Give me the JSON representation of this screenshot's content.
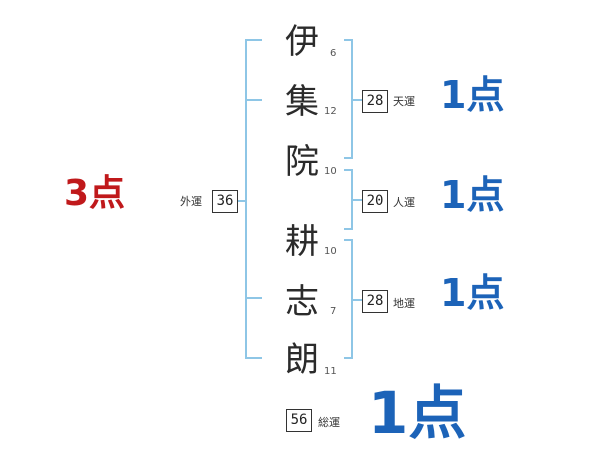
{
  "name_chars": [
    {
      "char": "伊",
      "strokes": "6"
    },
    {
      "char": "集",
      "strokes": "12"
    },
    {
      "char": "院",
      "strokes": "10"
    },
    {
      "char": "耕",
      "strokes": "10"
    },
    {
      "char": "志",
      "strokes": "7"
    },
    {
      "char": "朗",
      "strokes": "11"
    }
  ],
  "fortunes": {
    "heaven": {
      "label": "天運",
      "value": "28",
      "score": "1点"
    },
    "person": {
      "label": "人運",
      "value": "20",
      "score": "1点"
    },
    "earth": {
      "label": "地運",
      "value": "28",
      "score": "1点"
    },
    "outer": {
      "label": "外運",
      "value": "36",
      "score": "3点"
    },
    "total": {
      "label": "総運",
      "value": "56",
      "score": "1点"
    }
  },
  "colors": {
    "bracket": "#8ec6e6",
    "score_blue": "#1c63b8",
    "score_red": "#c0191b"
  }
}
